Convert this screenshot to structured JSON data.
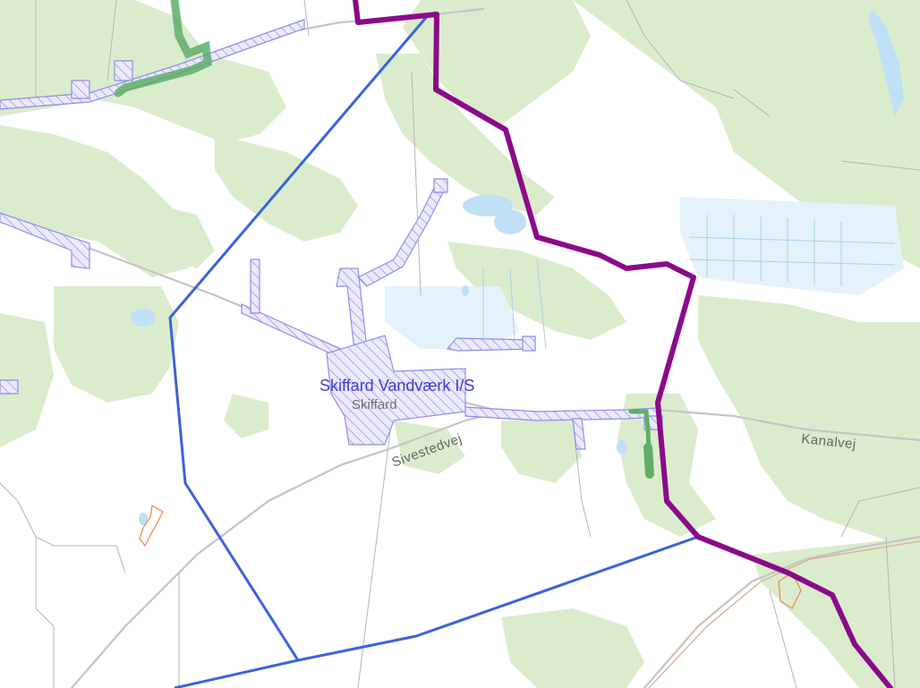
{
  "map": {
    "labels": {
      "waterworks": "Skiffard Vandværk I/S",
      "town": "Skiffard",
      "road_west": "Sivestedvej",
      "road_east": "Kanalvej"
    },
    "colors": {
      "background": "#ffffff",
      "forest": "#dbeccd",
      "water": "#bfe0f5",
      "wetland": "#e4f2fb",
      "road": "#c4c4c4",
      "track": "#b4b4b4",
      "municipal_boundary": "#8a0a8a",
      "supply_area_boundary": "#3b63dc",
      "pipe_network": "#8e8ee6",
      "green_network": "#5fae6b",
      "orange_feature": "#e8894a"
    }
  }
}
